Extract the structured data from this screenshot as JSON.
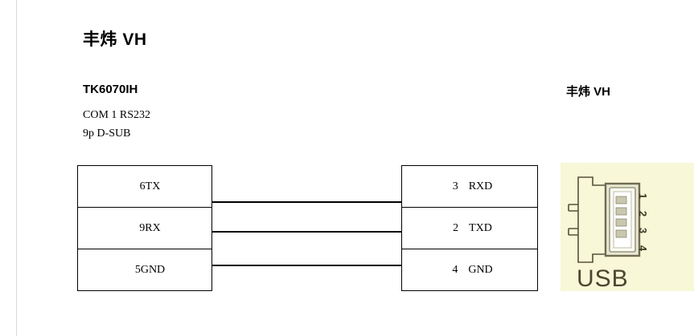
{
  "page": {
    "title": "丰炜 VH"
  },
  "hmi": {
    "model": "TK6070IH",
    "port": "COM 1 RS232",
    "connector": "9p D-SUB",
    "pins": [
      {
        "label": "6TX"
      },
      {
        "label": "9RX"
      },
      {
        "label": "5GND"
      }
    ]
  },
  "plc": {
    "title": "丰炜 VH",
    "pins": [
      {
        "number": "3",
        "signal": "RXD"
      },
      {
        "number": "2",
        "signal": "TXD"
      },
      {
        "number": "4",
        "signal": "GND"
      }
    ]
  },
  "usb_figure": {
    "caption": "USB",
    "pin_numbers": [
      "1",
      "2",
      "3",
      "4"
    ],
    "background_color": "#f8f7d8",
    "outline_color": "#55523a"
  },
  "wires": [
    {
      "from": "6TX",
      "to": "3 RXD"
    },
    {
      "from": "9RX",
      "to": "2 TXD"
    },
    {
      "from": "5GND",
      "to": "4 GND"
    }
  ]
}
